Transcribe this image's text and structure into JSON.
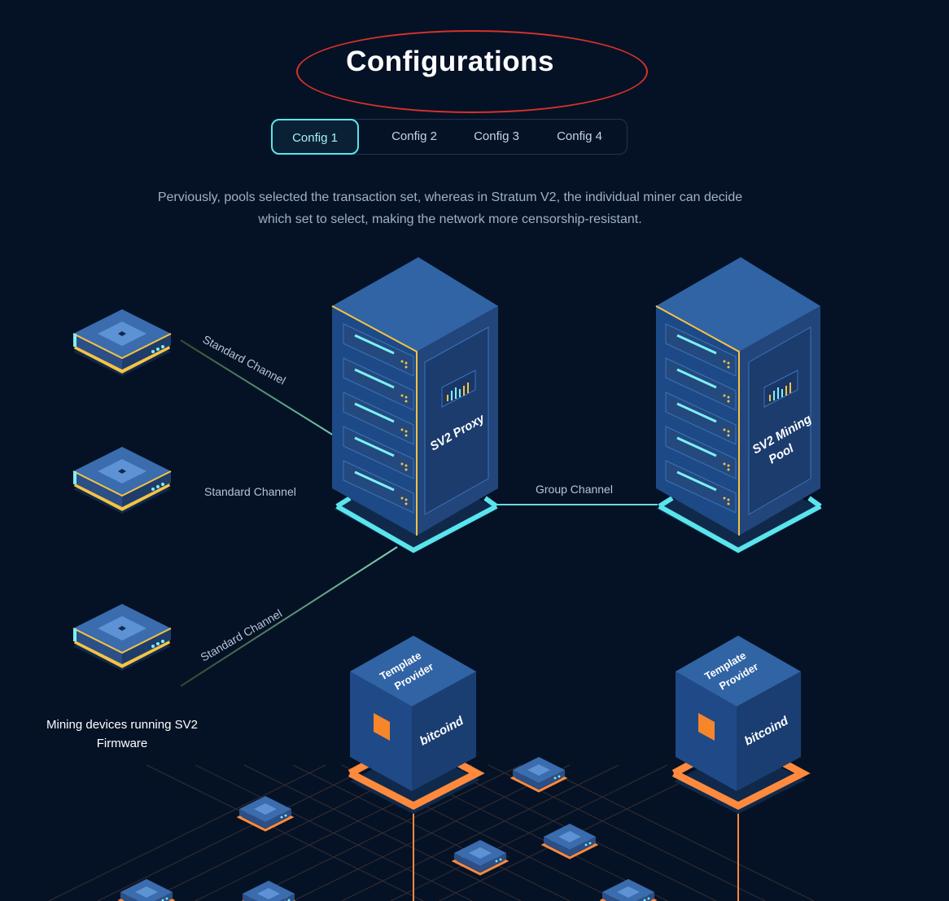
{
  "header": {
    "title": "Configurations"
  },
  "tabs": [
    {
      "label": "Config 1",
      "active": true
    },
    {
      "label": "Config 2",
      "active": false
    },
    {
      "label": "Config 3",
      "active": false
    },
    {
      "label": "Config 4",
      "active": false
    }
  ],
  "description": "Perviously, pools selected the transaction set, whereas in Stratum V2, the individual miner can decide which set to select, making the network more censorship-resistant.",
  "diagram": {
    "channels": {
      "miner1": "Standard Channel",
      "miner2": "Standard Channel",
      "miner3": "Standard Channel",
      "group": "Group Channel"
    },
    "proxy_label": "SV2 Proxy",
    "pool_label_line1": "SV2 Mining",
    "pool_label_line2": "Pool",
    "template_provider_line1": "Template",
    "template_provider_line2": "Provider",
    "bitcoind_label": "bitcoind",
    "miners_caption": "Mining devices running SV2 Firmware"
  },
  "colors": {
    "background": "#051226",
    "accent_cyan": "#5ae4ec",
    "miner_ring": "#f6c343",
    "provider_ring": "#ff8a3d",
    "server_blue": "#2a5a96"
  }
}
